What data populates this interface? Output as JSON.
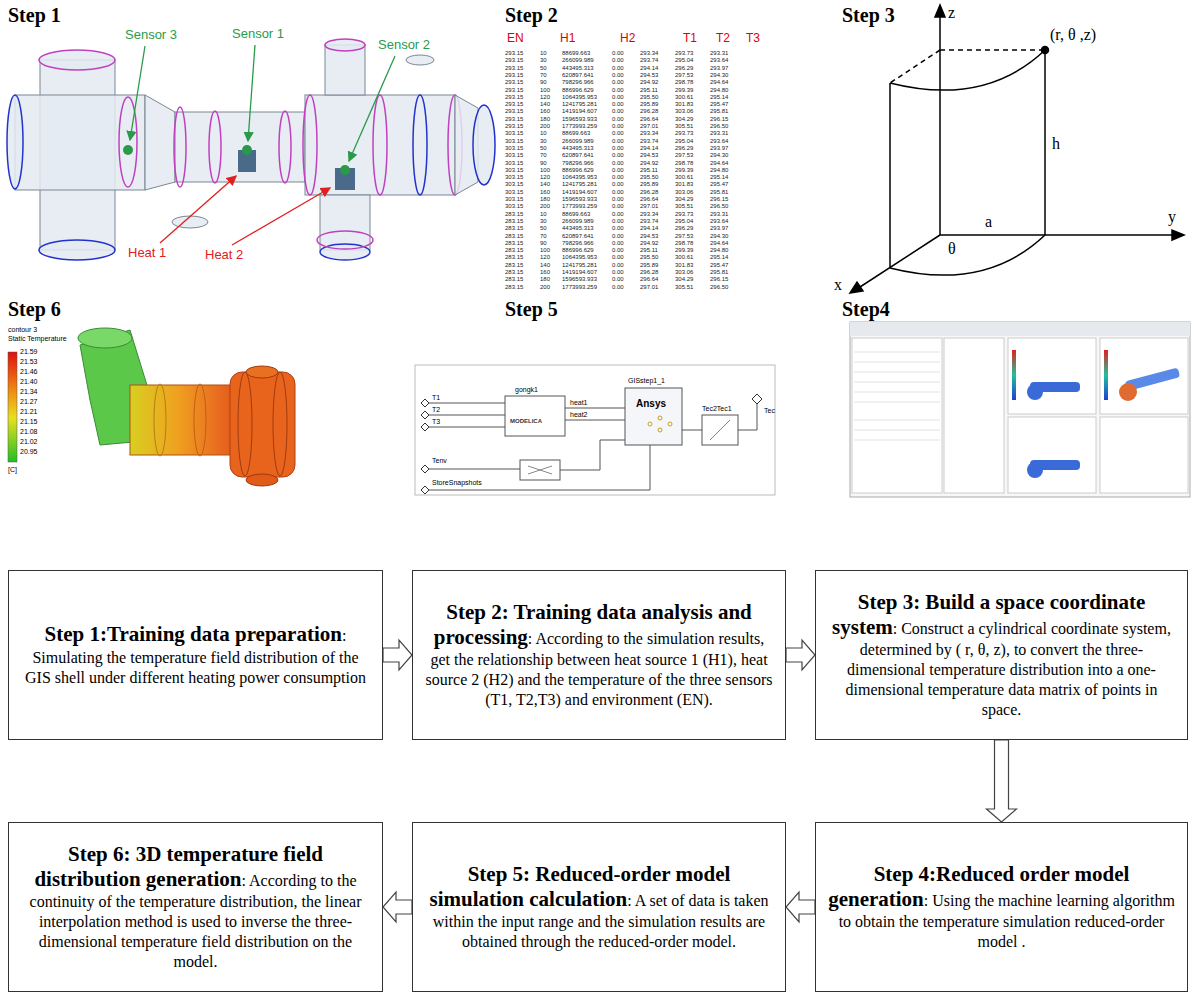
{
  "diagram": {
    "nodes": [
      {
        "text": [
          "Step 1:Training data preparation",
          ": Simulating the temperature field distribution of the GIS shell under different heating power consumption"
        ]
      },
      {
        "text": [
          "Step 2: Training data analysis and processing",
          ": According to the simulation results, get the  relationship between heat source 1 (H1), heat source 2 (H2) and the temperature of the three sensors (T1, T2,T3) and environment (EN)."
        ]
      },
      {
        "text": [
          "Step 3: Build a space coordinate system",
          ": Construct a cylindrical coordinate system, determined by ( r, θ, z), to convert the three-dimensional temperature distribution into a one-dimensional temperature data matrix of points in space."
        ]
      },
      {
        "text": [
          "Step 4:Reduced order model generation",
          ": Using the machine learning algorithm to obtain the temperature simulation reduced-order model ."
        ]
      },
      {
        "text": [
          "Step 5: Reduced-order model simulation calculation",
          ": A set of data is taken within the input range and the simulation results are obtained through the reduced-order model."
        ]
      },
      {
        "text": [
          "Step 6: 3D temperature field distribution generation",
          ": According to the continuity of the temperature distribution, the linear interpolation method is used to inverse the three-dimensional temperature field distribution on the model."
        ]
      }
    ],
    "edges": [
      {
        "from": 0,
        "to": 1,
        "arrow": "to"
      },
      {
        "from": 1,
        "to": 2,
        "arrow": "to"
      },
      {
        "from": 2,
        "to": 3,
        "arrow": "to"
      },
      {
        "from": 3,
        "to": 4,
        "arrow": "to"
      },
      {
        "from": 4,
        "to": 5,
        "arrow": "to"
      }
    ],
    "labels": [
      "Step 1",
      "Step 2",
      "Step 3",
      "Step 6",
      "Step 5",
      "Step4",
      "Sensor 3",
      "Sensor 1",
      "Sensor 2",
      "Heat 1",
      "Heat 2",
      "EN",
      "H1",
      "H2",
      "T1",
      "T2",
      "T3",
      "293.15",
      "10",
      "88699.663",
      "0.00",
      "293.34",
      "293.73",
      "293.31",
      "293.15",
      "30",
      "266099.989",
      "0.00",
      "293.74",
      "295.04",
      "293.64",
      "293.15",
      "50",
      "443495.313",
      "0.00",
      "294.14",
      "296.29",
      "293.97",
      "293.15",
      "70",
      "620897.641",
      "0.00",
      "294.53",
      "297.53",
      "294.30",
      "293.15",
      "90",
      "798296.966",
      "0.00",
      "294.92",
      "298.78",
      "294.64",
      "293.15",
      "100",
      "886996.629",
      "0.00",
      "295.11",
      "299.39",
      "294.80",
      "293.15",
      "120",
      "1064395.953",
      "0.00",
      "295.50",
      "300.61",
      "295.14",
      "293.15",
      "140",
      "1241795.281",
      "0.00",
      "295.89",
      "301.83",
      "295.47",
      "293.15",
      "160",
      "1419194.607",
      "0.00",
      "296.28",
      "303.06",
      "295.81",
      "293.15",
      "180",
      "1596593.933",
      "0.00",
      "296.64",
      "304.29",
      "296.15",
      "293.15",
      "200",
      "1773993.259",
      "0.00",
      "297.01",
      "305.51",
      "296.50",
      "303.15",
      "10",
      "88699.663",
      "0.00",
      "293.34",
      "293.73",
      "293.31",
      "303.15",
      "30",
      "266099.989",
      "0.00",
      "293.74",
      "295.04",
      "293.64",
      "303.15",
      "50",
      "443495.313",
      "0.00",
      "294.14",
      "296.29",
      "293.97",
      "303.15",
      "70",
      "620897.641",
      "0.00",
      "294.53",
      "297.53",
      "294.30",
      "303.15",
      "90",
      "798296.966",
      "0.00",
      "294.92",
      "298.78",
      "294.64",
      "303.15",
      "100",
      "886996.629",
      "0.00",
      "295.11",
      "299.39",
      "294.80",
      "303.15",
      "120",
      "1064395.953",
      "0.00",
      "295.50",
      "300.61",
      "295.14",
      "303.15",
      "140",
      "1241795.281",
      "0.00",
      "295.89",
      "301.83",
      "295.47",
      "303.15",
      "160",
      "1419194.607",
      "0.00",
      "296.28",
      "303.06",
      "295.81",
      "303.15",
      "180",
      "1596593.933",
      "0.00",
      "296.64",
      "304.29",
      "296.15",
      "303.15",
      "200",
      "1773993.259",
      "0.00",
      "297.01",
      "305.51",
      "296.50",
      "283.15",
      "10",
      "88699.663",
      "0.00",
      "293.34",
      "293.73",
      "293.31",
      "283.15",
      "30",
      "266099.989",
      "0.00",
      "293.74",
      "295.04",
      "293.64",
      "283.15",
      "50",
      "443495.313",
      "0.00",
      "294.14",
      "296.29",
      "293.97",
      "283.15",
      "70",
      "620897.641",
      "0.00",
      "294.53",
      "297.53",
      "294.30",
      "283.15",
      "90",
      "798296.966",
      "0.00",
      "294.92",
      "298.78",
      "294.64",
      "283.15",
      "100",
      "886996.629",
      "0.00",
      "295.11",
      "299.39",
      "294.80",
      "283.15",
      "120",
      "1064395.953",
      "0.00",
      "295.50",
      "300.61",
      "295.14",
      "283.15",
      "140",
      "1241795.281",
      "0.00",
      "295.89",
      "301.83",
      "295.47",
      "283.15",
      "160",
      "1419194.607",
      "0.00",
      "296.28",
      "303.06",
      "295.81",
      "283.15",
      "180",
      "1596593.933",
      "0.00",
      "296.64",
      "304.29",
      "296.15",
      "283.15",
      "200",
      "1773993.259",
      "0.00",
      "297.01",
      "305.51",
      "296.50",
      "z",
      "y",
      "x",
      "(r, θ ,z)",
      "h",
      "a",
      "θ",
      "gongk1",
      "GISstep1_1",
      "Tec2Tec1",
      "T1",
      "T2",
      "T3",
      "Tenv",
      "StoreSnapshots",
      "heat1",
      "heat2",
      "Tec",
      "MODELICA",
      "Ansys",
      "contour 3",
      "Static Temperature",
      "21.59",
      "21.53",
      "21.46",
      "21.40",
      "21.34",
      "21.27",
      "21.21",
      "21.15",
      "21.08",
      "21.02",
      "20.95",
      "[C]"
    ]
  }
}
